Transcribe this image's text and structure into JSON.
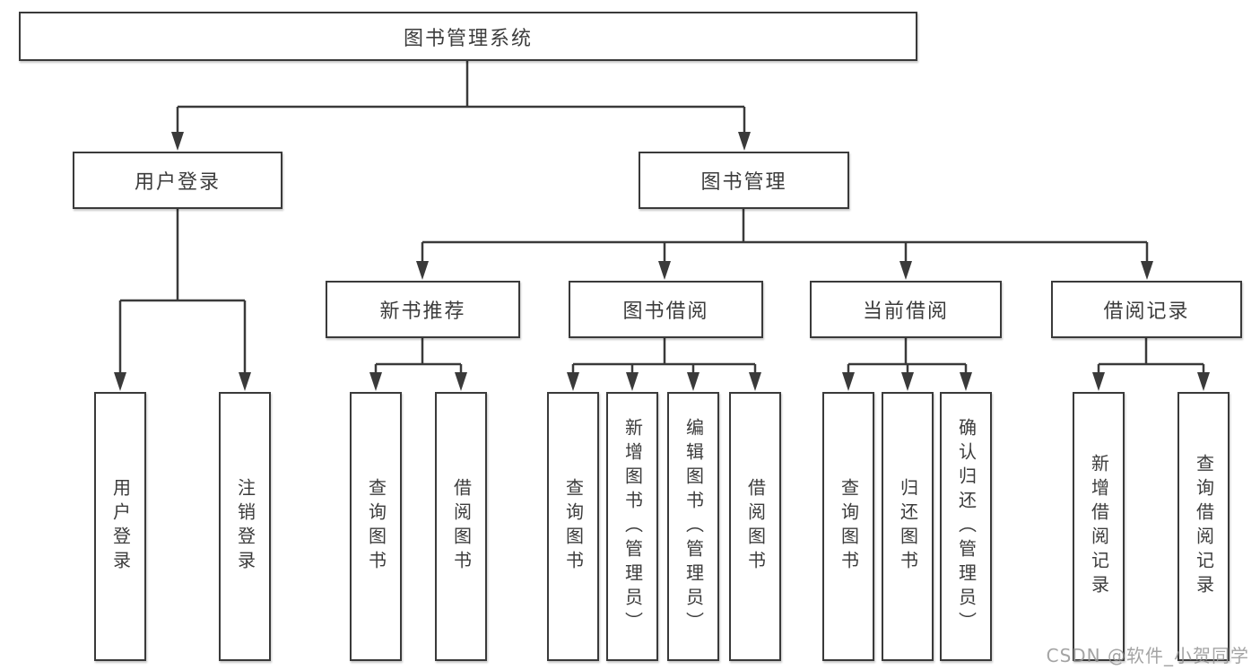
{
  "diagram": {
    "type": "hierarchy-tree",
    "nodes": {
      "root": {
        "label": "图书管理系统"
      },
      "login": {
        "label": "用户登录"
      },
      "bookmgmt": {
        "label": "图书管理"
      },
      "newbook": {
        "label": "新书推荐"
      },
      "borrow": {
        "label": "图书借阅"
      },
      "current": {
        "label": "当前借阅"
      },
      "records": {
        "label": "借阅记录"
      },
      "login_user": {
        "label": "用户登录"
      },
      "login_logout": {
        "label": "注销登录"
      },
      "newbook_query": {
        "label": "查询图书"
      },
      "newbook_borrow": {
        "label": "借阅图书"
      },
      "borrow_query": {
        "label": "查询图书"
      },
      "borrow_add": {
        "label": "新增图书（管理员）"
      },
      "borrow_edit": {
        "label": "编辑图书（管理员）"
      },
      "borrow_borrow": {
        "label": "借阅图书"
      },
      "current_query": {
        "label": "查询图书"
      },
      "current_return": {
        "label": "归还图书"
      },
      "current_confirm": {
        "label": "确认归还（管理员）"
      },
      "records_add": {
        "label": "新增借阅记录"
      },
      "records_query": {
        "label": "查询借阅记录"
      }
    },
    "hierarchy": {
      "root": [
        "login",
        "bookmgmt"
      ],
      "login": [
        "login_user",
        "login_logout"
      ],
      "bookmgmt": [
        "newbook",
        "borrow",
        "current",
        "records"
      ],
      "newbook": [
        "newbook_query",
        "newbook_borrow"
      ],
      "borrow": [
        "borrow_query",
        "borrow_add",
        "borrow_edit",
        "borrow_borrow"
      ],
      "current": [
        "current_query",
        "current_return",
        "current_confirm"
      ],
      "records": [
        "records_add",
        "records_query"
      ]
    },
    "colors": {
      "line": "#3a3a3a",
      "text": "#3c3c3c",
      "box_background": "#ffffff",
      "watermark": "#949494"
    }
  },
  "watermark": {
    "text": "CSDN @软件_小贺同学"
  }
}
